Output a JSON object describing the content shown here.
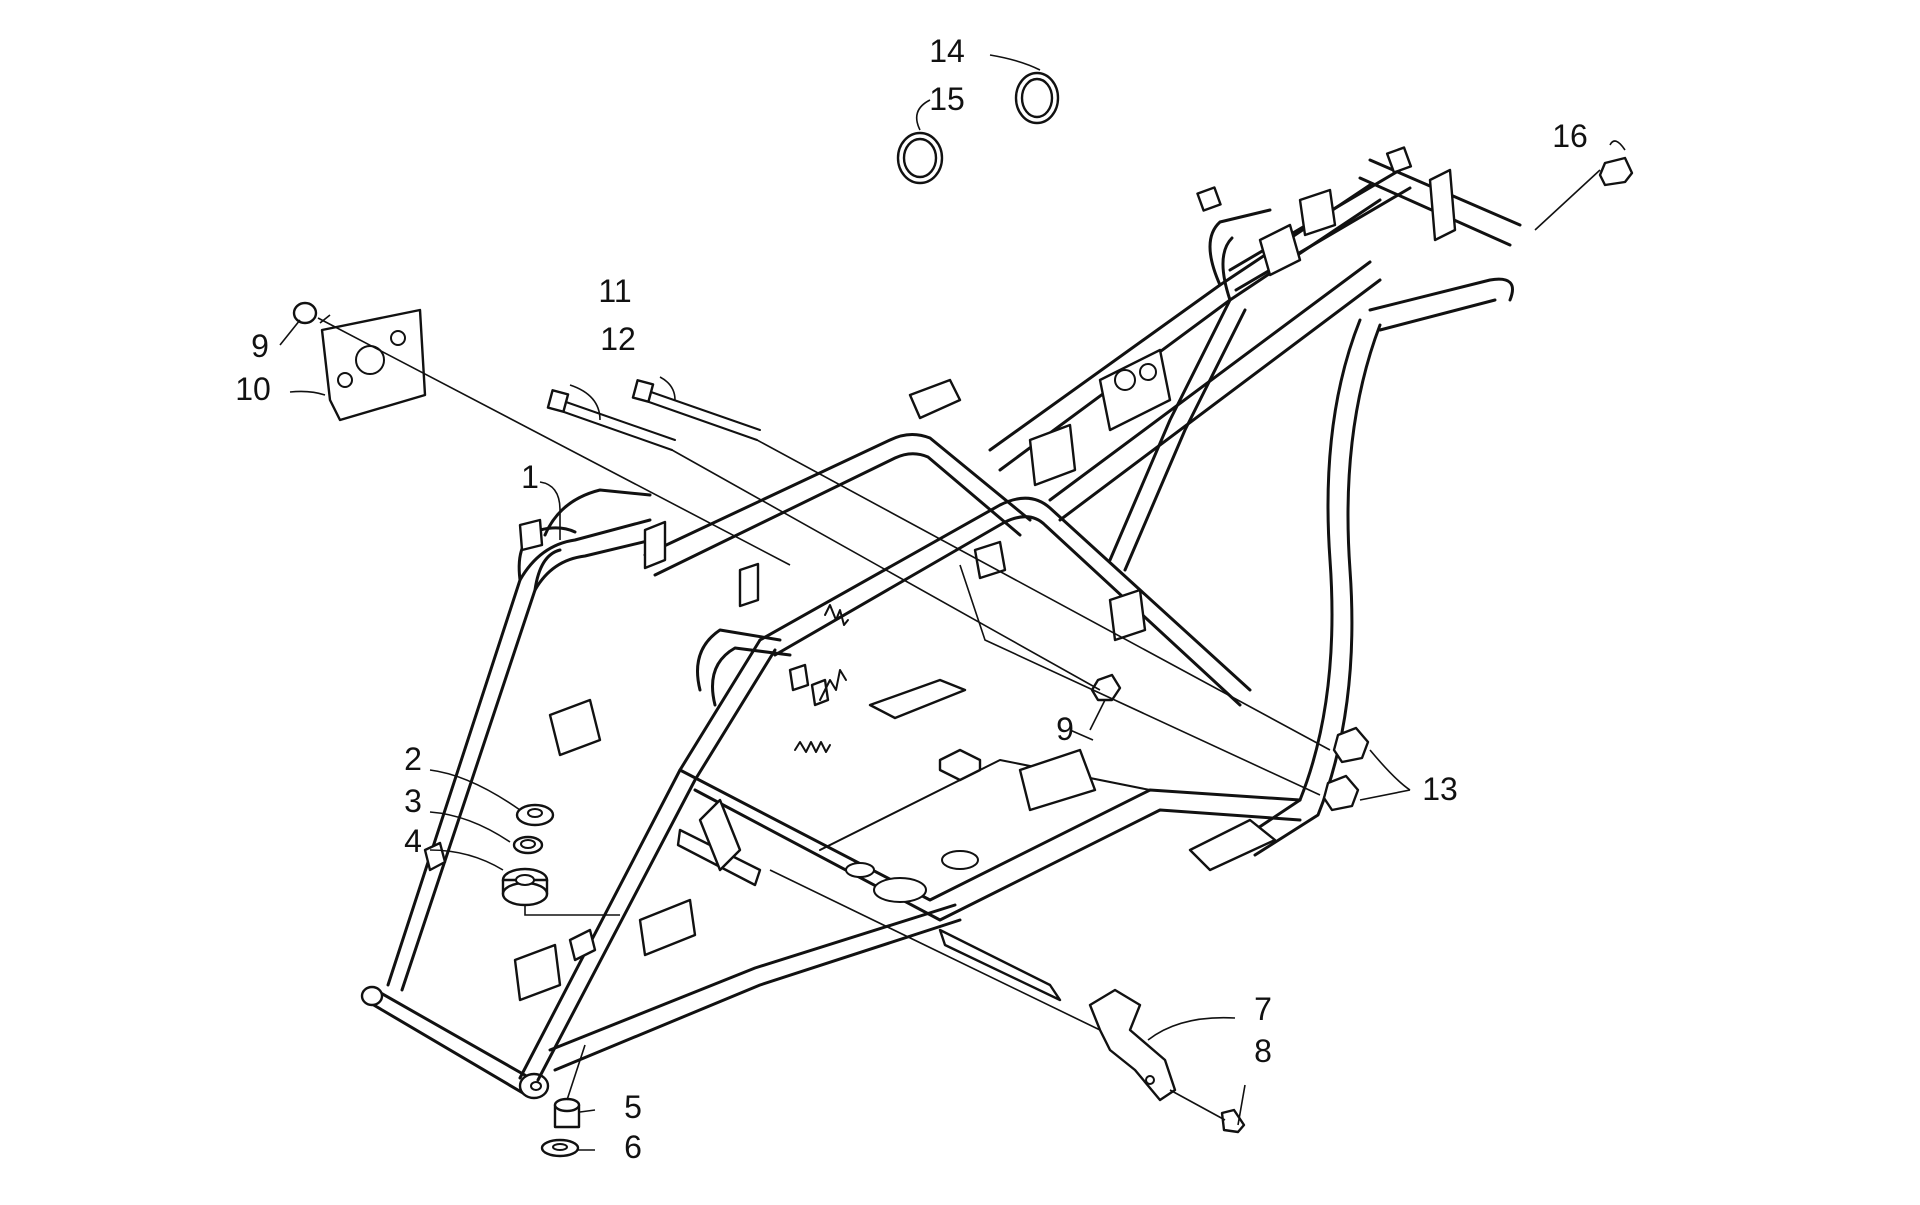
{
  "diagram": {
    "callouts": [
      {
        "id": "c1",
        "label": "1"
      },
      {
        "id": "c2",
        "label": "2"
      },
      {
        "id": "c3",
        "label": "3"
      },
      {
        "id": "c4",
        "label": "4"
      },
      {
        "id": "c5",
        "label": "5"
      },
      {
        "id": "c6",
        "label": "6"
      },
      {
        "id": "c7",
        "label": "7"
      },
      {
        "id": "c8",
        "label": "8"
      },
      {
        "id": "c9a",
        "label": "9"
      },
      {
        "id": "c9b",
        "label": "9"
      },
      {
        "id": "c10",
        "label": "10"
      },
      {
        "id": "c11",
        "label": "11"
      },
      {
        "id": "c12",
        "label": "12"
      },
      {
        "id": "c13",
        "label": "13"
      },
      {
        "id": "c14",
        "label": "14"
      },
      {
        "id": "c15",
        "label": "15"
      },
      {
        "id": "c16",
        "label": "16"
      }
    ]
  }
}
